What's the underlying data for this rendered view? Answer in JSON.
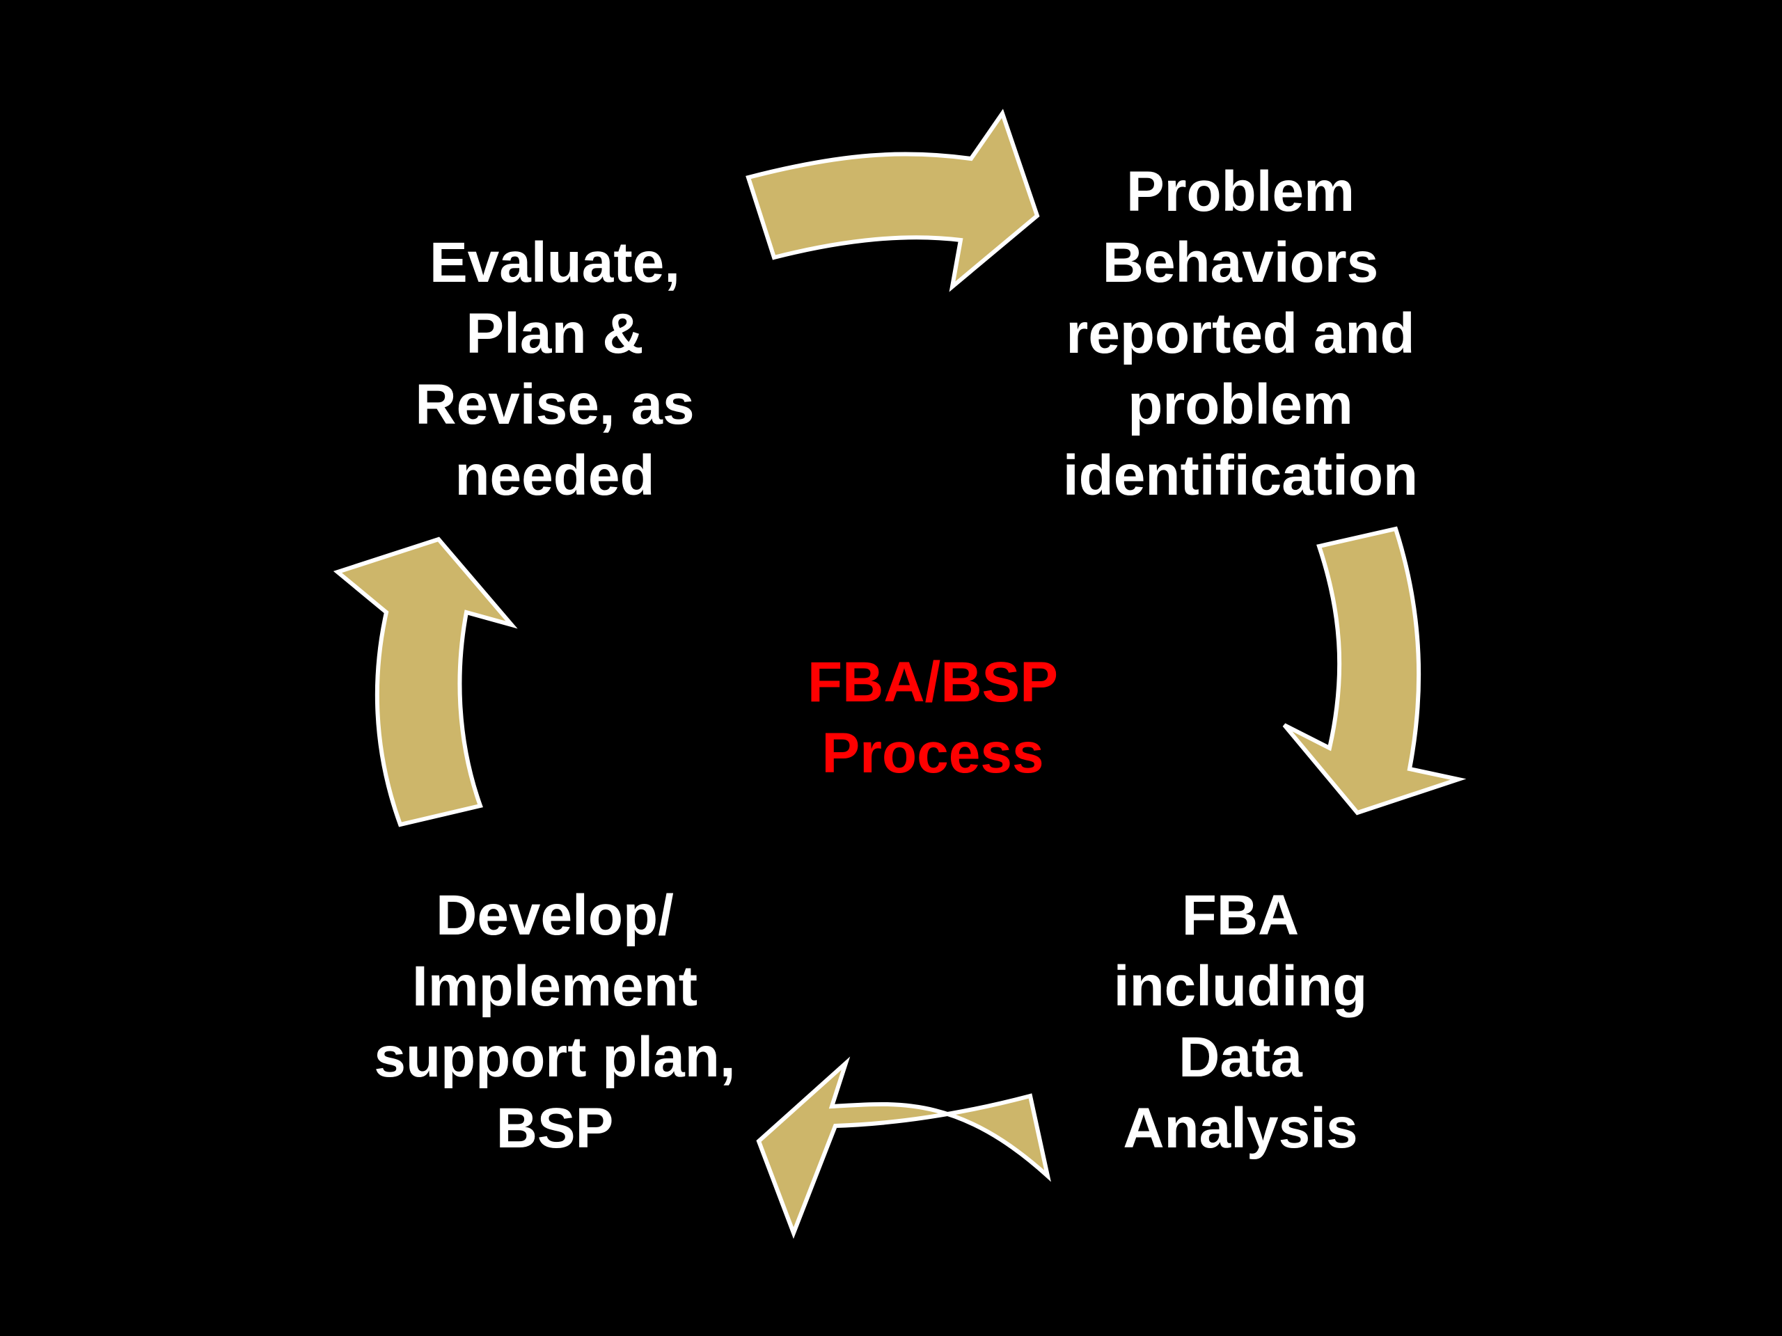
{
  "diagram": {
    "center_title": "FBA/BSP\nProcess",
    "steps": [
      {
        "label": "Problem\nBehaviors\nreported and\nproblem\nidentification"
      },
      {
        "label": "FBA\nincluding\nData\nAnalysis"
      },
      {
        "label": "Develop/\nImplement\nsupport plan,\nBSP"
      },
      {
        "label": "Evaluate,\nPlan &\nRevise, as\nneeded"
      }
    ]
  },
  "colors": {
    "background": "#000000",
    "arrow_fill": "#CDB66A",
    "arrow_outline": "#FFFFFF",
    "label_text": "#FFFFFF",
    "center_title": "#FF0000"
  }
}
